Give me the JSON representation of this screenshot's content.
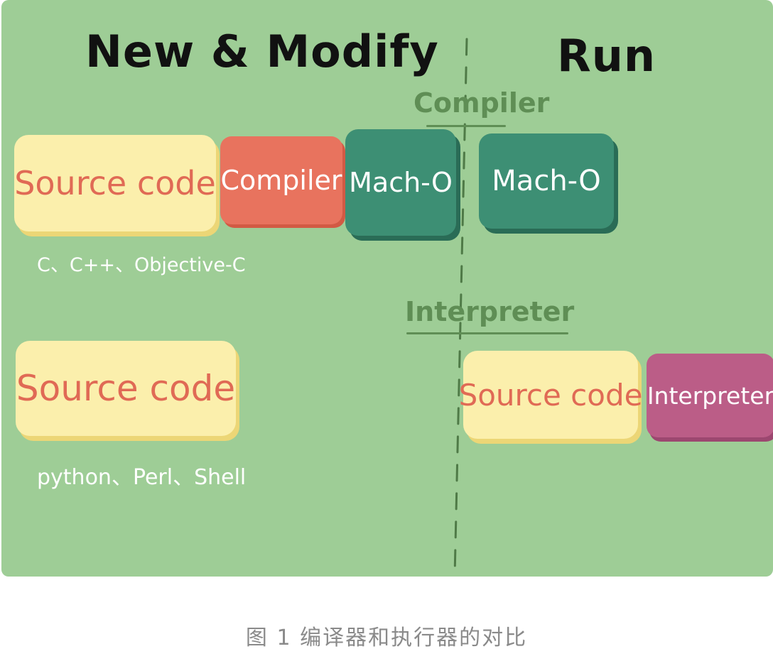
{
  "headings": {
    "left": "New & Modify",
    "right": "Run"
  },
  "stages": {
    "compiler_label": "Compiler",
    "interpreter_label": "Interpreter"
  },
  "compiled_flow": {
    "source": "Source code",
    "compiler": "Compiler",
    "output_left": "Mach-O",
    "output_right": "Mach-O",
    "languages": "C、C++、Objective-C"
  },
  "interpreted_flow": {
    "source_left": "Source code",
    "source_right": "Source code",
    "interpreter": "Interpreter",
    "languages": "python、Perl、Shell"
  },
  "caption": "图 1 编译器和执行器的对比",
  "colors": {
    "background": "#9ecd96",
    "source_box": "#fbefac",
    "compiler_box": "#e8735e",
    "macho_box": "#3d8f74",
    "interpreter_box": "#bb5d87",
    "stage_label": "#5f8e55"
  }
}
